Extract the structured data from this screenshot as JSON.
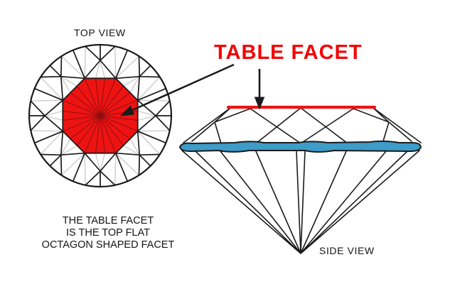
{
  "labels": {
    "top_view": "TOP VIEW",
    "side_view": "SIDE VIEW",
    "table_facet": "TABLE FACET"
  },
  "caption": {
    "line1": "THE TABLE FACET",
    "line2": "IS THE TOP FLAT",
    "line3": "OCTAGON SHAPED FACET"
  },
  "icons": {
    "diagonal_arrow_icon": "➘",
    "down_arrow_icon": "↓"
  },
  "colors": {
    "background": "#ffffff",
    "label_red": "#f40404",
    "facet_red": "#ee1313",
    "girdle_blue": "#3d9cc8",
    "line_black": "#1b1b1b",
    "reflection_gray": "#cccccc",
    "inner_red_line": "#8f0d0d"
  }
}
